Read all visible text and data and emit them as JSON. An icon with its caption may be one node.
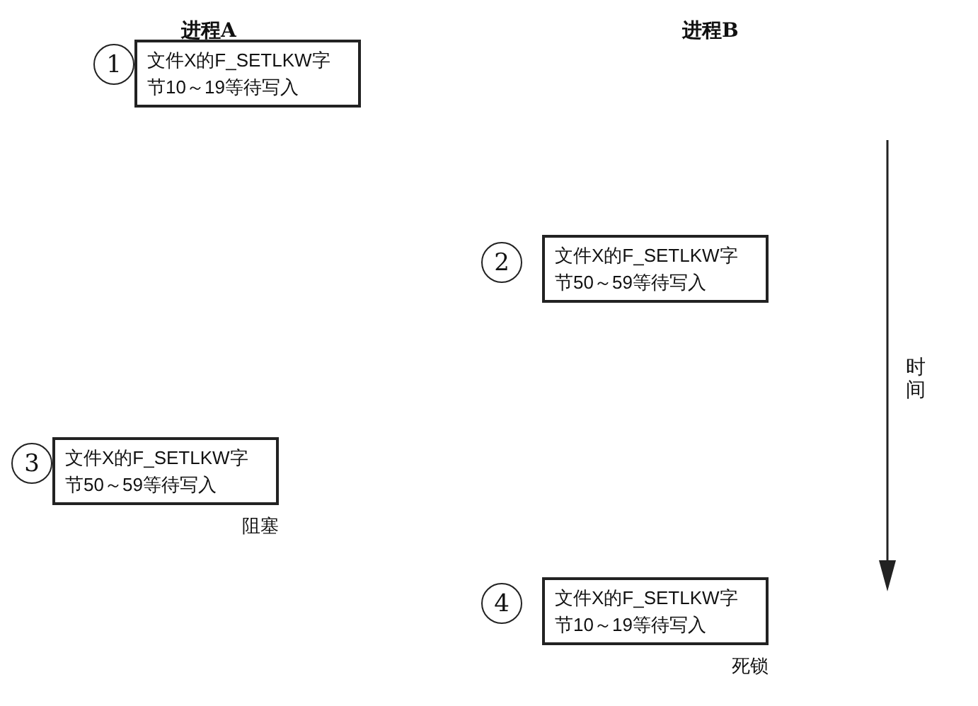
{
  "diagram": {
    "nodes": [
      {
        "text": [
          "1"
        ]
      },
      {
        "text": [
          "文件X的F_SETLKW字节10～19等待写入"
        ]
      },
      {
        "text": [
          "2"
        ]
      },
      {
        "text": [
          "文件X的F_SETLKW字节50～59等待写入"
        ]
      },
      {
        "text": [
          "3"
        ]
      },
      {
        "text": [
          "文件X的F_SETLKW字节50～59等待写入"
        ],
        "beside": [
          "阻塞"
        ]
      },
      {
        "text": [
          "4"
        ]
      },
      {
        "text": [
          "文件X的F_SETLKW字节10～19等待写入"
        ],
        "beside": [
          "死锁"
        ]
      }
    ],
    "labels": [
      "进程A",
      "进程B",
      "时间"
    ]
  }
}
